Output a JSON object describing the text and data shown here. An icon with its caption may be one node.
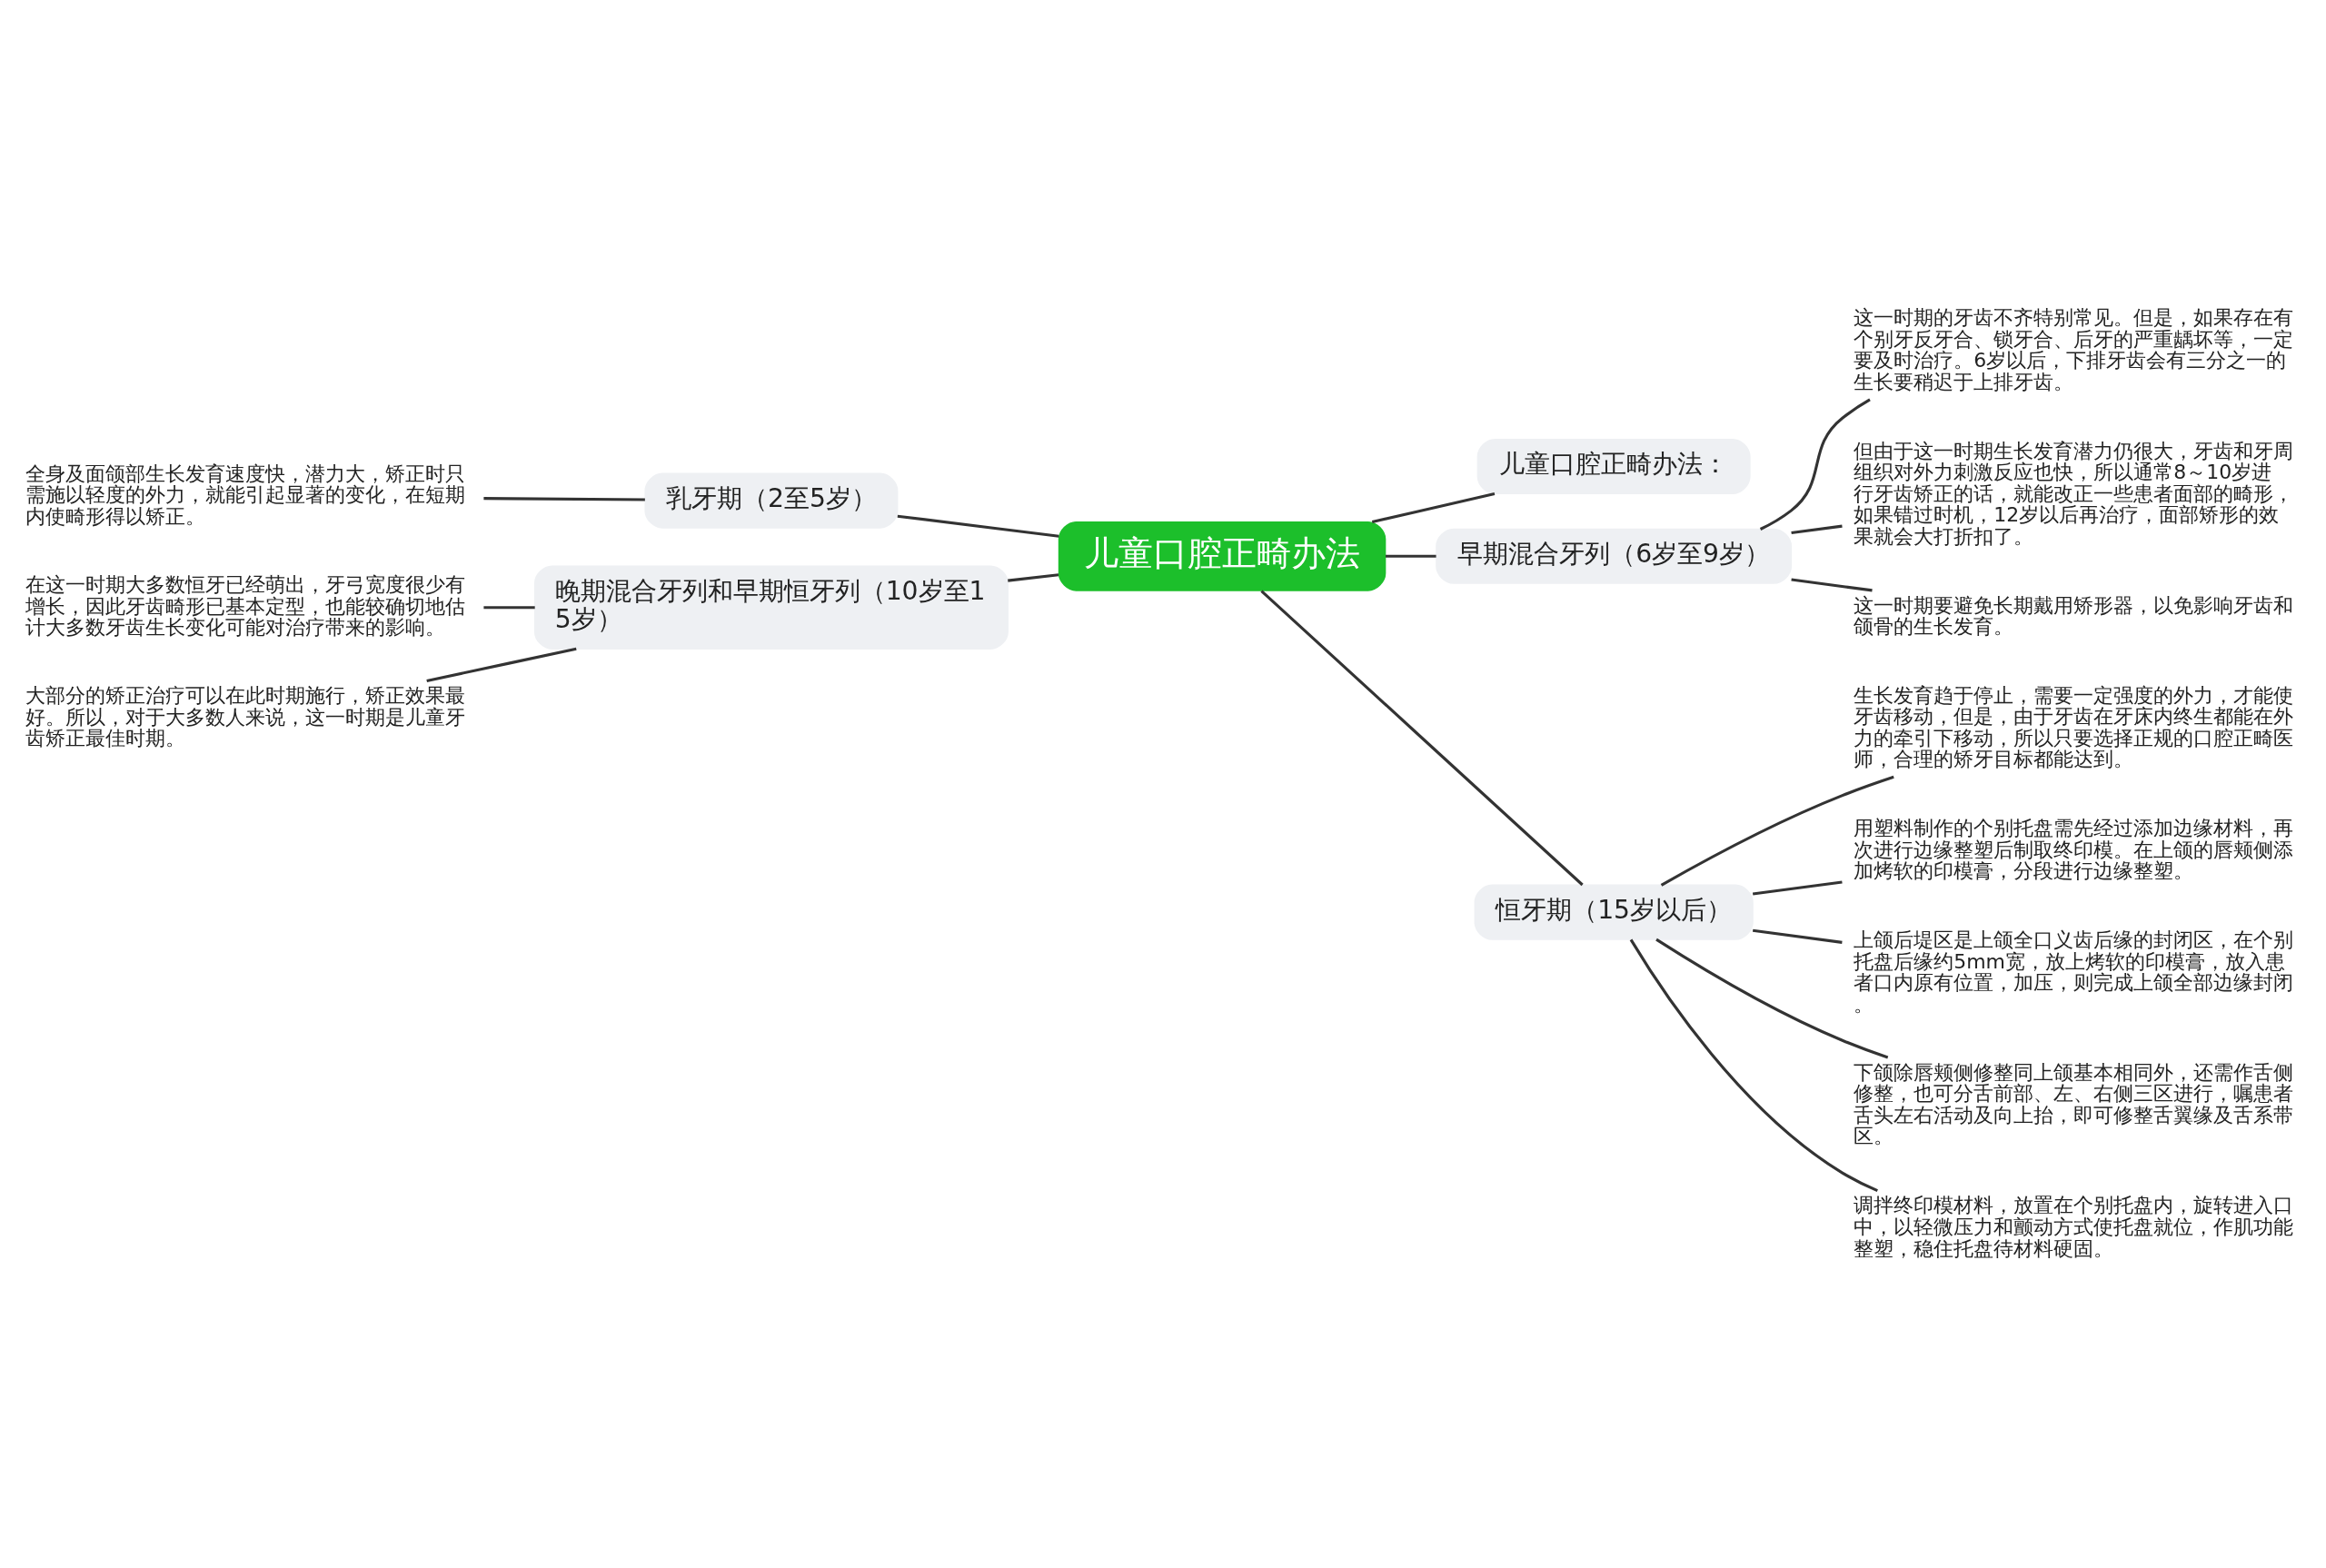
{
  "diagram": {
    "nodes": [
      {
        "text": [
          "儿童口腔正畸办法"
        ]
      },
      {
        "text": [
          "乳牙期（2至5岁）"
        ]
      },
      {
        "text": [
          "全身及面颌部生长发育速度快，潜力大，矫正时只需施以轻度的外力，就能引起显著的变化，在短期内使畸形得以矫正。"
        ]
      },
      {
        "text": [
          "晚期混合牙列和早期恒牙列（10岁至15岁）"
        ]
      },
      {
        "text": [
          "在这一时期大多数恒牙已经萌出，牙弓宽度很少有增长，因此牙齿畸形已基本定型，也能较确切地估计大多数牙齿生长变化可能对治疗带来的影响。"
        ]
      },
      {
        "text": [
          "大部分的矫正治疗可以在此时期施行，矫正效果最好。所以，对于大多数人来说，这一时期是儿童牙齿矫正最佳时期。"
        ]
      },
      {
        "text": [
          "儿童口腔正畸办法："
        ]
      },
      {
        "text": [
          "早期混合牙列（6岁至9岁）"
        ]
      },
      {
        "text": [
          "这一时期的牙齿不齐特别常见。但是，如果存在有个别牙反牙合、锁牙合、后牙的严重龋坏等，一定要及时治疗。6岁以后，下排牙齿会有三分之一的生长要稍迟于上排牙齿。"
        ]
      },
      {
        "text": [
          "但由于这一时期生长发育潜力仍很大，牙齿和牙周组织对外力刺激反应也快，所以通常8～10岁进行牙齿矫正的话，就能改正一些患者面部的畸形，如果错过时机，12岁以后再治疗，面部矫形的效果就会大打折扣了。"
        ]
      },
      {
        "text": [
          "这一时期要避免长期戴用矫形器，以免影响牙齿和颌骨的生长发育。"
        ]
      },
      {
        "text": [
          "恒牙期（15岁以后）"
        ]
      },
      {
        "text": [
          "生长发育趋于停止，需要一定强度的外力，才能使牙齿移动，但是，由于牙齿在牙床内终生都能在外力的牵引下移动，所以只要选择正规的口腔正畸医师，合理的矫牙目标都能达到。"
        ]
      },
      {
        "text": [
          "用塑料制作的个别托盘需先经过添加边缘材料，再次进行边缘整塑后制取终印模。在上颌的唇颊侧添加烤软的印模膏，分段进行边缘整塑。"
        ]
      },
      {
        "text": [
          "上颌后堤区是上颌全口义齿后缘的封闭区，在个别托盘后缘约5mm宽，放上烤软的印模膏，放入患者口内原有位置，加压，则完成上颌全部边缘封闭。"
        ]
      },
      {
        "text": [
          "下颌除唇颊侧修整同上颌基本相同外，还需作舌侧修整，也可分舌前部、左、右侧三区进行，嘱患者舌头左右活动及向上抬，即可修整舌翼缘及舌系带区。"
        ]
      },
      {
        "text": [
          "调拌终印模材料，放置在个别托盘内，旋转进入口中，以轻微压力和颤动方式使托盘就位，作肌功能整塑，稳住托盘待材料硬固。"
        ]
      }
    ],
    "edges": [
      {
        "from": 0,
        "to": 1,
        "arrow": "none"
      },
      {
        "from": 1,
        "to": 2,
        "arrow": "none"
      },
      {
        "from": 0,
        "to": 3,
        "arrow": "none"
      },
      {
        "from": 3,
        "to": 4,
        "arrow": "none"
      },
      {
        "from": 3,
        "to": 5,
        "arrow": "none"
      },
      {
        "from": 0,
        "to": 6,
        "arrow": "none"
      },
      {
        "from": 0,
        "to": 7,
        "arrow": "none"
      },
      {
        "from": 7,
        "to": 8,
        "arrow": "none"
      },
      {
        "from": 7,
        "to": 9,
        "arrow": "none"
      },
      {
        "from": 7,
        "to": 10,
        "arrow": "none"
      },
      {
        "from": 0,
        "to": 11,
        "arrow": "none"
      },
      {
        "from": 11,
        "to": 12,
        "arrow": "none"
      },
      {
        "from": 11,
        "to": 13,
        "arrow": "none"
      },
      {
        "from": 11,
        "to": 14,
        "arrow": "none"
      },
      {
        "from": 11,
        "to": 15,
        "arrow": "none"
      },
      {
        "from": 11,
        "to": 16,
        "arrow": "none"
      }
    ]
  }
}
